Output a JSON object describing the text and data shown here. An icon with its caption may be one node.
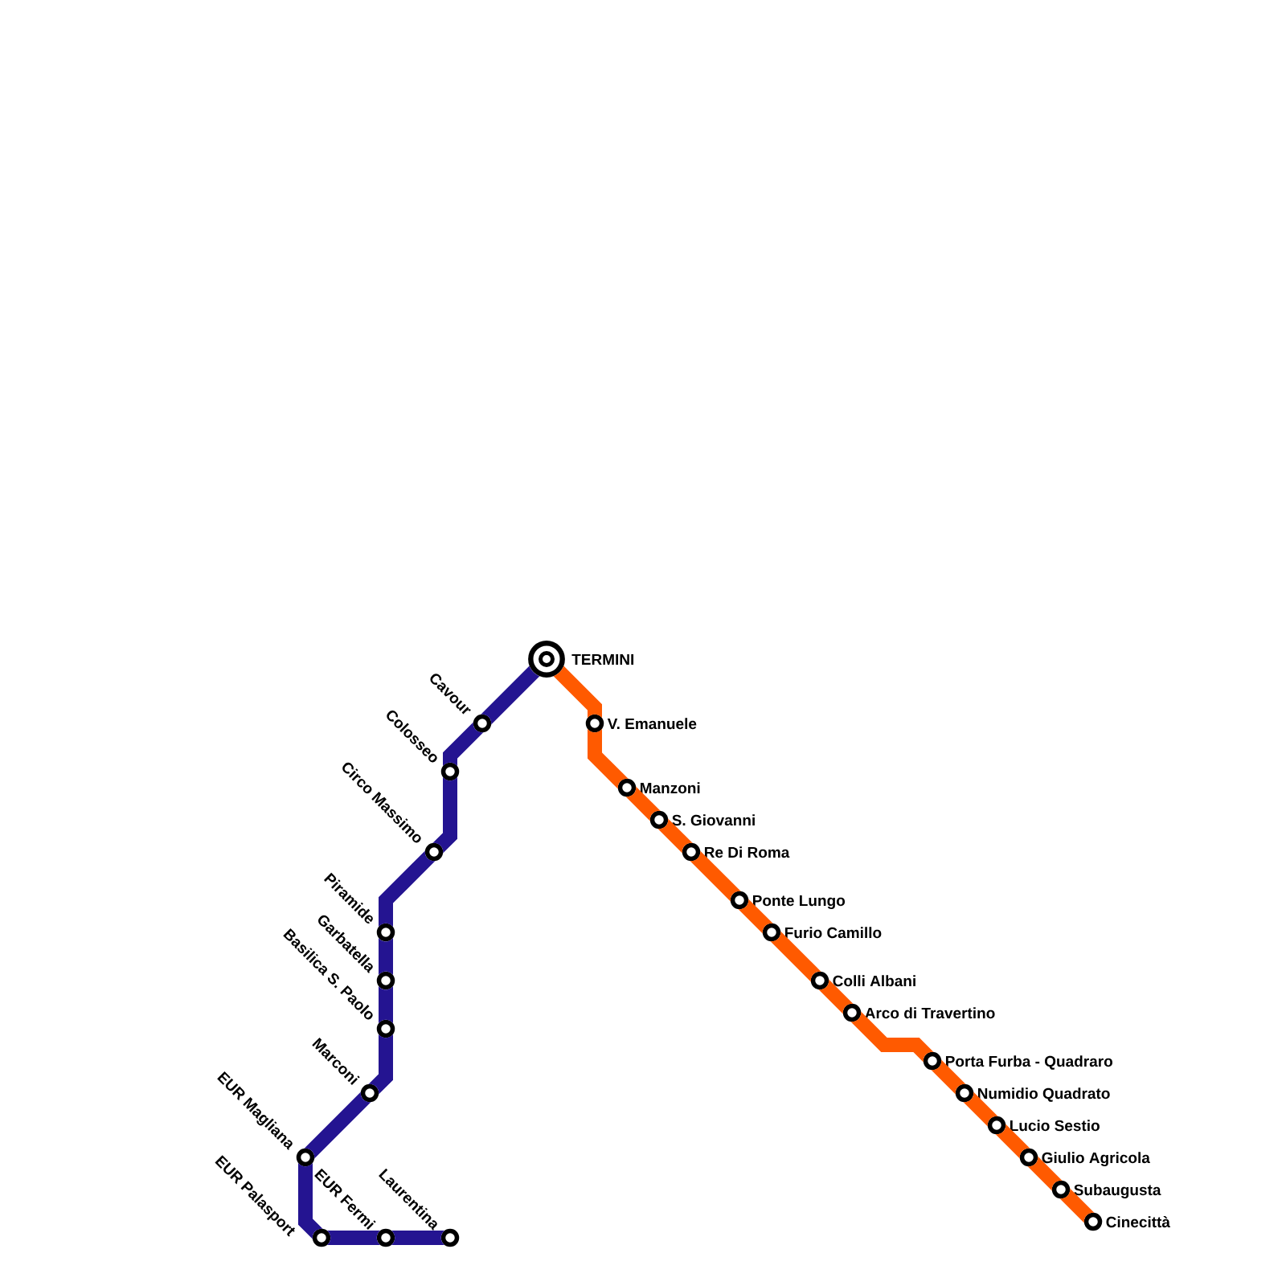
{
  "diagram": {
    "nodes": [
      {
        "text": [
          "TERMINI"
        ]
      },
      {
        "text": [
          "Cavour"
        ]
      },
      {
        "text": [
          "Colosseo"
        ]
      },
      {
        "text": [
          "Circo Massimo"
        ]
      },
      {
        "text": [
          "Piramide"
        ]
      },
      {
        "text": [
          "Garbatella"
        ]
      },
      {
        "text": [
          "Basilica S. Paolo"
        ]
      },
      {
        "text": [
          "Marconi"
        ]
      },
      {
        "text": [
          "EUR Magliana"
        ]
      },
      {
        "text": [
          "EUR Palasport"
        ]
      },
      {
        "text": [
          "EUR Fermi"
        ]
      },
      {
        "text": [
          "Laurentina"
        ]
      },
      {
        "text": [
          "V. Emanuele"
        ]
      },
      {
        "text": [
          "Manzoni"
        ]
      },
      {
        "text": [
          "S. Giovanni"
        ]
      },
      {
        "text": [
          "Re Di Roma"
        ]
      },
      {
        "text": [
          "Ponte Lungo"
        ]
      },
      {
        "text": [
          "Furio Camillo"
        ]
      },
      {
        "text": [
          "Colli Albani"
        ]
      },
      {
        "text": [
          "Arco di Travertino"
        ]
      },
      {
        "text": [
          "Porta Furba - Quadraro"
        ]
      },
      {
        "text": [
          "Numidio Quadrato"
        ]
      },
      {
        "text": [
          "Lucio Sestio"
        ]
      },
      {
        "text": [
          "Giulio Agricola"
        ]
      },
      {
        "text": [
          "Subaugusta"
        ]
      },
      {
        "text": [
          "Cinecittà"
        ]
      }
    ],
    "edges": [
      {
        "from": 0,
        "to": 1,
        "arrow": "none",
        "color": "#241491"
      },
      {
        "from": 1,
        "to": 2,
        "arrow": "none",
        "color": "#241491"
      },
      {
        "from": 2,
        "to": 3,
        "arrow": "none",
        "color": "#241491"
      },
      {
        "from": 3,
        "to": 4,
        "arrow": "none",
        "color": "#241491"
      },
      {
        "from": 4,
        "to": 5,
        "arrow": "none",
        "color": "#241491"
      },
      {
        "from": 5,
        "to": 6,
        "arrow": "none",
        "color": "#241491"
      },
      {
        "from": 6,
        "to": 7,
        "arrow": "none",
        "color": "#241491"
      },
      {
        "from": 7,
        "to": 8,
        "arrow": "none",
        "color": "#241491"
      },
      {
        "from": 8,
        "to": 9,
        "arrow": "none",
        "color": "#241491"
      },
      {
        "from": 9,
        "to": 10,
        "arrow": "none",
        "color": "#241491"
      },
      {
        "from": 10,
        "to": 11,
        "arrow": "none",
        "color": "#241491"
      },
      {
        "from": 0,
        "to": 12,
        "arrow": "none"
      },
      {
        "from": 12,
        "to": 13,
        "arrow": "none"
      },
      {
        "from": 13,
        "to": 14,
        "arrow": "none"
      },
      {
        "from": 14,
        "to": 15,
        "arrow": "none"
      },
      {
        "from": 15,
        "to": 16,
        "arrow": "none"
      },
      {
        "from": 16,
        "to": 17,
        "arrow": "none"
      },
      {
        "from": 17,
        "to": 18,
        "arrow": "none"
      },
      {
        "from": 18,
        "to": 19,
        "arrow": "none"
      },
      {
        "from": 19,
        "to": 20,
        "arrow": "none"
      },
      {
        "from": 20,
        "to": 21,
        "arrow": "none"
      },
      {
        "from": 21,
        "to": 22,
        "arrow": "none"
      },
      {
        "from": 22,
        "to": 23,
        "arrow": "none"
      },
      {
        "from": 23,
        "to": 24,
        "arrow": "none"
      },
      {
        "from": 24,
        "to": 25,
        "arrow": "none"
      }
    ]
  }
}
